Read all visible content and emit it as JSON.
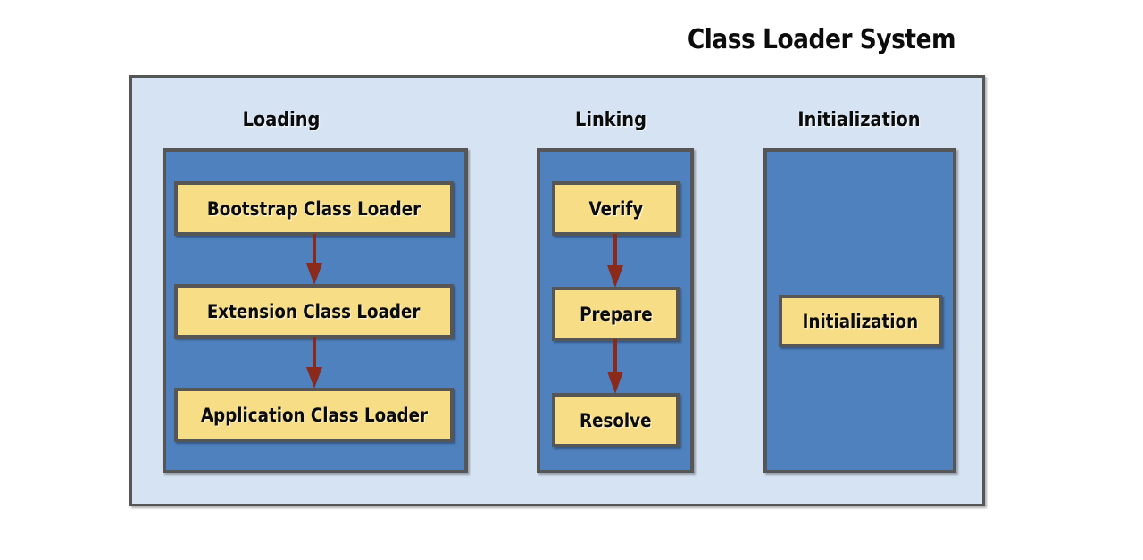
{
  "title": "Class Loader System",
  "colors": {
    "outer_panel_fill": "#d6e3f3",
    "stage_panel_fill": "#4e81be",
    "step_box_fill": "#f7dd86",
    "border": "#565656",
    "arrow": "#8b2a1b",
    "text": "#0c0c0c",
    "background": "#ffffff"
  },
  "columns": [
    {
      "header": "Loading",
      "steps": [
        {
          "label": "Bootstrap Class Loader"
        },
        {
          "label": "Extension Class Loader"
        },
        {
          "label": "Application Class Loader"
        }
      ],
      "arrows": [
        {
          "from": "Bootstrap Class Loader",
          "to": "Extension Class Loader",
          "direction": "down"
        },
        {
          "from": "Extension Class Loader",
          "to": "Application Class Loader",
          "direction": "down"
        }
      ]
    },
    {
      "header": "Linking",
      "steps": [
        {
          "label": "Verify"
        },
        {
          "label": "Prepare"
        },
        {
          "label": "Resolve"
        }
      ],
      "arrows": [
        {
          "from": "Verify",
          "to": "Prepare",
          "direction": "down"
        },
        {
          "from": "Prepare",
          "to": "Resolve",
          "direction": "down"
        }
      ]
    },
    {
      "header": "Initialization",
      "steps": [
        {
          "label": "Initialization"
        }
      ],
      "arrows": []
    }
  ]
}
